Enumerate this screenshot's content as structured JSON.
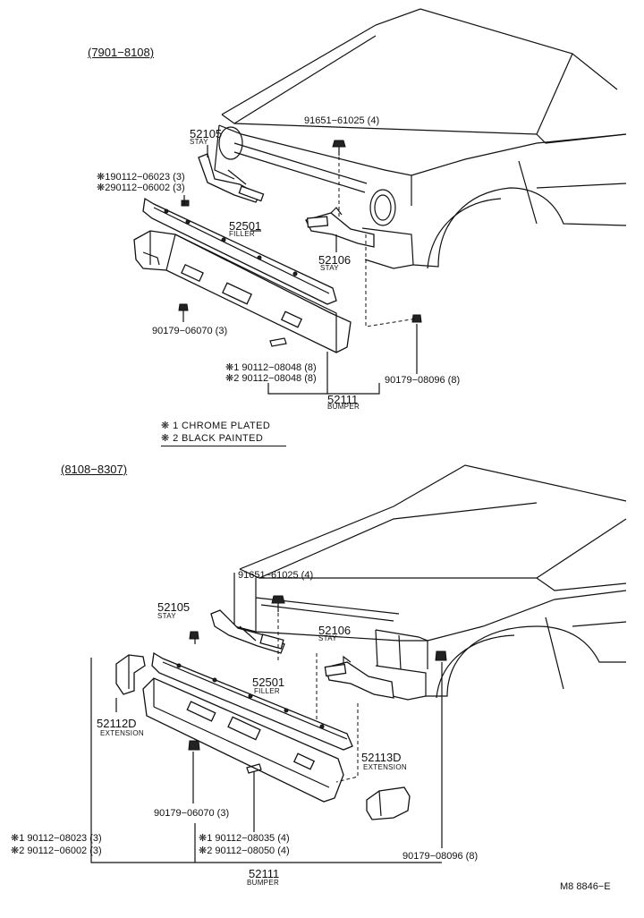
{
  "sections": {
    "top": {
      "period": "(7901−8108)"
    },
    "bottom": {
      "period": "(8108−8307)"
    }
  },
  "notes": {
    "n1": "❋ 1  CHROME PLATED",
    "n2": "❋ 2  BLACK PAINTED"
  },
  "top": {
    "stay_left": {
      "number": "52105",
      "name": "STAY"
    },
    "bolt_top": {
      "number": "91651−61025 (4)"
    },
    "screw_a1": {
      "number": "❋190112−06023 (3)"
    },
    "screw_a2": {
      "number": "❋290112−06002 (3)"
    },
    "filler": {
      "number": "52501",
      "name": "FILLER"
    },
    "stay_right": {
      "number": "52106",
      "name": "STAY"
    },
    "nut_left": {
      "number": "90179−06070 (3)"
    },
    "bolt_b1": {
      "number": "❋1 90112−08048 (8)"
    },
    "bolt_b2": {
      "number": "❋2 90112−08048 (8)"
    },
    "nut_right": {
      "number": "90179−08096 (8)"
    },
    "bumper": {
      "number": "52111",
      "name": "BUMPER"
    }
  },
  "bottom": {
    "bolt_top": {
      "number": "91651−61025 (4)"
    },
    "stay_left": {
      "number": "52105",
      "name": "STAY"
    },
    "stay_right": {
      "number": "52106",
      "name": "STAY"
    },
    "filler": {
      "number": "52501",
      "name": "FILLER"
    },
    "ext_left": {
      "number": "52112D",
      "name": "EXTENSION"
    },
    "ext_right": {
      "number": "52113D",
      "name": "EXTENSION"
    },
    "nut_left": {
      "number": "90179−06070 (3)"
    },
    "screw_a1": {
      "number": "❋1 90112−08023 (3)"
    },
    "screw_a2": {
      "number": "❋2 90112−06002 (3)"
    },
    "bolt_b1": {
      "number": "❋1 90112−08035 (4)"
    },
    "bolt_b2": {
      "number": "❋2 90112−08050 (4)"
    },
    "nut_right": {
      "number": "90179−08096 (8)"
    },
    "bumper": {
      "number": "52111",
      "name": "BUMPER"
    }
  },
  "footer": {
    "code": "M8 8846−E"
  }
}
